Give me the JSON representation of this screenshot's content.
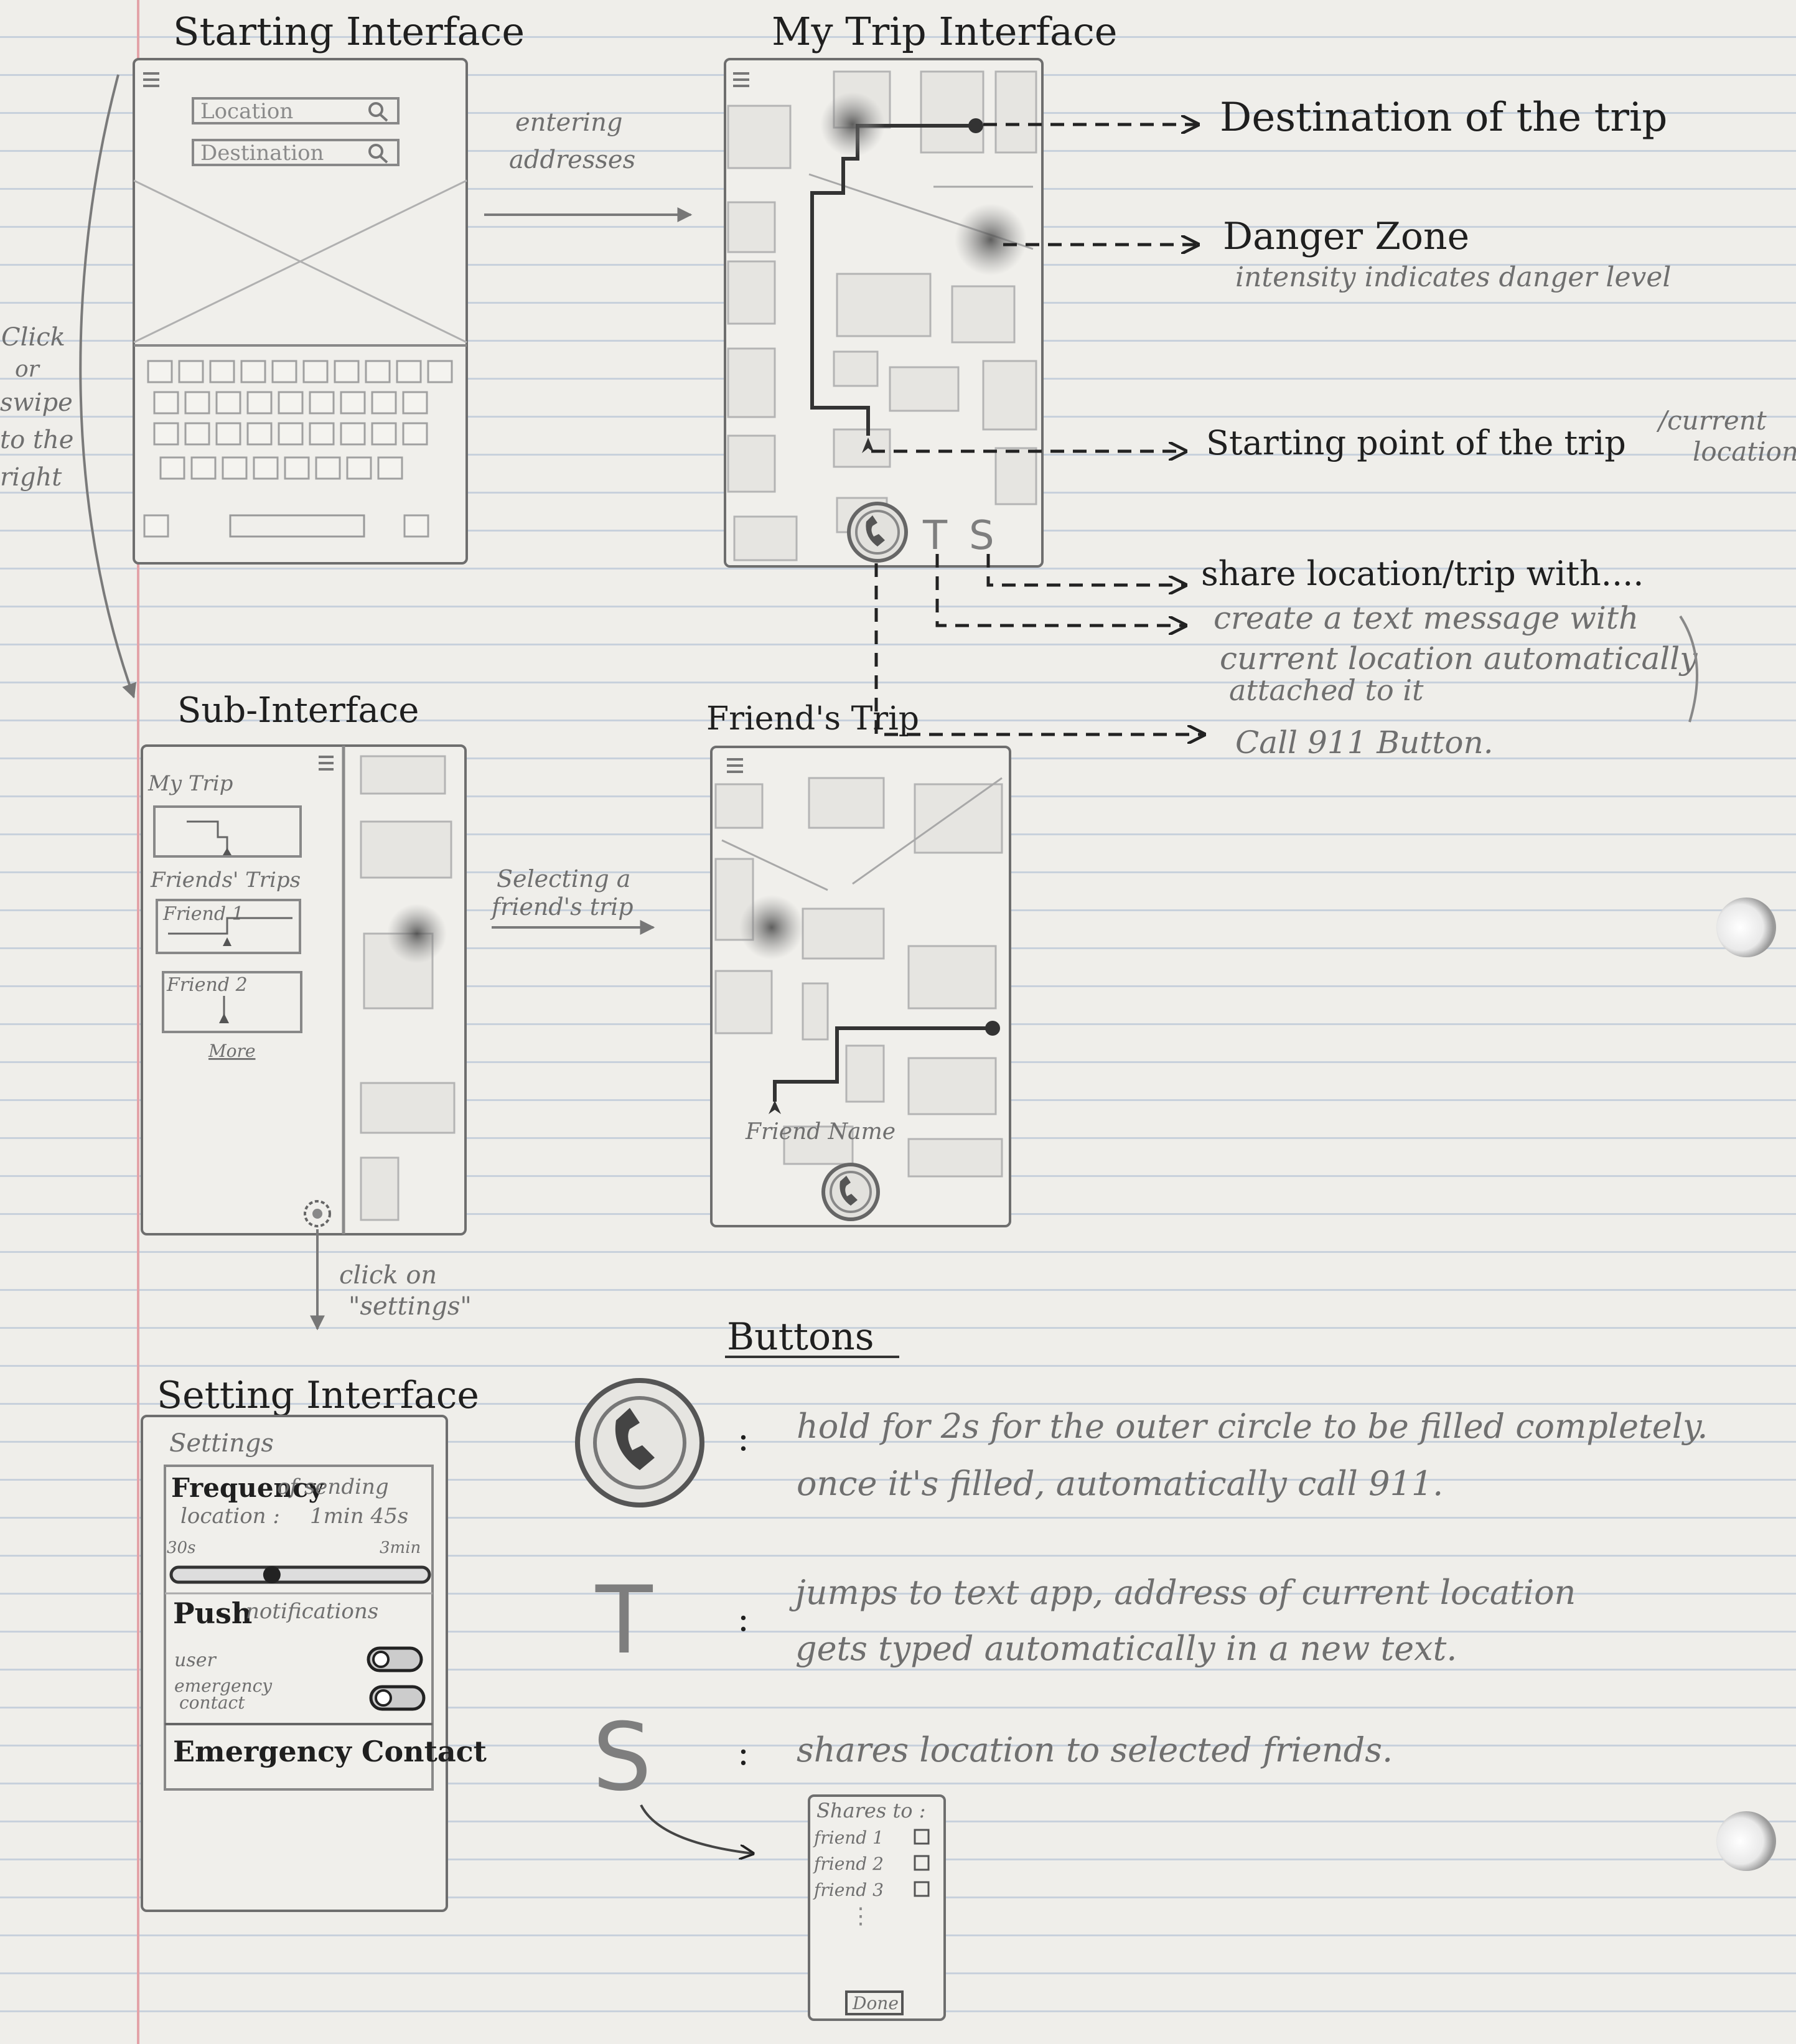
{
  "titles": {
    "starting": "Starting Interface",
    "my_trip": "My Trip Interface",
    "sub": "Sub-Interface",
    "friends_trip": "Friend's Trip",
    "setting": "Setting Interface",
    "buttons": "Buttons"
  },
  "starting_screen": {
    "location_placeholder": "Location",
    "destination_placeholder": "Destination"
  },
  "flow_notes": {
    "entering": "entering",
    "addresses": "addresses",
    "click": "Click",
    "or": "or",
    "swipe": "swipe",
    "to_the": "to the",
    "right": "right",
    "selecting_1": "Selecting a",
    "selecting_2": "friend's trip",
    "click_on": "click on",
    "settings_q": "\"settings\""
  },
  "annotations": {
    "destination": "Destination of the trip",
    "danger_zone": "Danger Zone",
    "danger_sub": "intensity indicates danger level",
    "starting_point": "Starting point of the trip",
    "current_1": "/current",
    "current_2": "location",
    "share_with": "share location/trip with....",
    "text_1": "create a text message with",
    "text_2": "current location automatically",
    "text_3": "attached to it",
    "call_911": "Call 911 Button."
  },
  "buttons": {
    "t": "T",
    "s": "S"
  },
  "sub_menu": {
    "my_trip": "My Trip",
    "friends_trips": "Friends' Trips",
    "friend1": "Friend 1",
    "friend2": "Friend 2",
    "more": "More"
  },
  "friends_screen": {
    "friend_name": "Friend Name"
  },
  "settings": {
    "heading": "Settings",
    "frequency": "Frequency",
    "of_sending": "of sending",
    "location": "location :",
    "frequency_value": "1min 45s",
    "min_label": "30s",
    "max_label": "3min",
    "frequency_fraction": 0.39,
    "push": "Push",
    "notifications": "notifications",
    "user": "user",
    "emergency_1": "emergency",
    "emergency_2": "contact",
    "emergency_contact": "Emergency Contact"
  },
  "legend": {
    "call_line1": "hold for 2s for the outer circle to be filled completely.",
    "call_line2": "once it's filled, automatically call 911.",
    "t_line1": "jumps to text app, address of current location",
    "t_line2": "gets typed automatically in a new text.",
    "s_line1": "shares location to selected friends."
  },
  "share_dialog": {
    "title": "Shares to :",
    "friends": [
      "friend 1",
      "friend 2",
      "friend 3"
    ],
    "done": "Done"
  },
  "colors": {
    "paper": "#efeeea",
    "rule_line": "#8ea6c4",
    "margin_line": "#e3a3a8",
    "ink": "#1d1d1d",
    "pencil": "#7a7a7a"
  }
}
